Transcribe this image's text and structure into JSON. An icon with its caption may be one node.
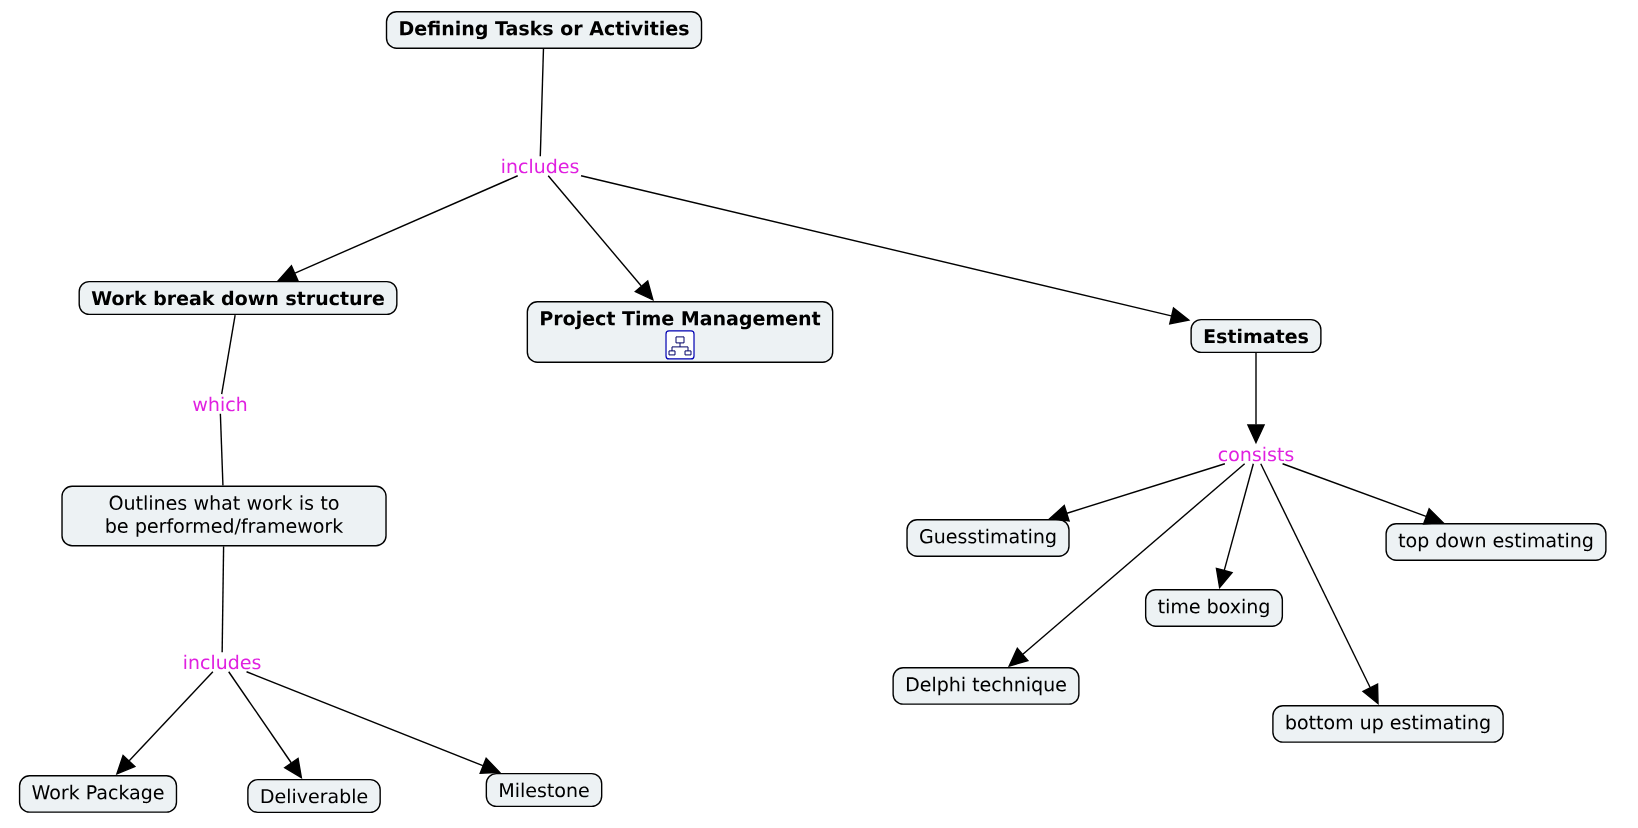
{
  "diagram": {
    "nodes": [
      {
        "text": [
          "Defining Tasks or Activities"
        ]
      },
      {
        "text": [
          "includes"
        ]
      },
      {
        "text": [
          "Work break down structure"
        ]
      },
      {
        "text": [
          "Project Time Management"
        ]
      },
      {
        "text": [
          "Estimates"
        ]
      },
      {
        "text": [
          "which"
        ]
      },
      {
        "text": [
          "Outlines what work is to be performed/framework"
        ]
      },
      {
        "text": [
          "consists"
        ]
      },
      {
        "text": [
          "includes"
        ]
      },
      {
        "text": [
          "Guesstimating"
        ]
      },
      {
        "text": [
          "top down estimating"
        ]
      },
      {
        "text": [
          "time boxing"
        ]
      },
      {
        "text": [
          "Delphi technique"
        ]
      },
      {
        "text": [
          "bottom up estimating"
        ]
      },
      {
        "text": [
          "Work Package"
        ]
      },
      {
        "text": [
          "Deliverable"
        ]
      },
      {
        "text": [
          "Milestone"
        ]
      }
    ],
    "edges": [
      {
        "from": 0,
        "to": 1,
        "arrow": "none"
      },
      {
        "from": 1,
        "to": 2,
        "arrow": "to"
      },
      {
        "from": 1,
        "to": 3,
        "arrow": "to"
      },
      {
        "from": 1,
        "to": 4,
        "arrow": "to"
      },
      {
        "from": 2,
        "to": 5,
        "arrow": "none"
      },
      {
        "from": 5,
        "to": 6,
        "arrow": "none"
      },
      {
        "from": 4,
        "to": 7,
        "arrow": "to"
      },
      {
        "from": 7,
        "to": 9,
        "arrow": "to"
      },
      {
        "from": 7,
        "to": 10,
        "arrow": "to"
      },
      {
        "from": 7,
        "to": 11,
        "arrow": "to"
      },
      {
        "from": 7,
        "to": 12,
        "arrow": "to"
      },
      {
        "from": 7,
        "to": 13,
        "arrow": "to"
      },
      {
        "from": 6,
        "to": 8,
        "arrow": "none"
      },
      {
        "from": 8,
        "to": 14,
        "arrow": "to"
      },
      {
        "from": 8,
        "to": 15,
        "arrow": "to"
      },
      {
        "from": 8,
        "to": 16,
        "arrow": "to"
      }
    ]
  }
}
